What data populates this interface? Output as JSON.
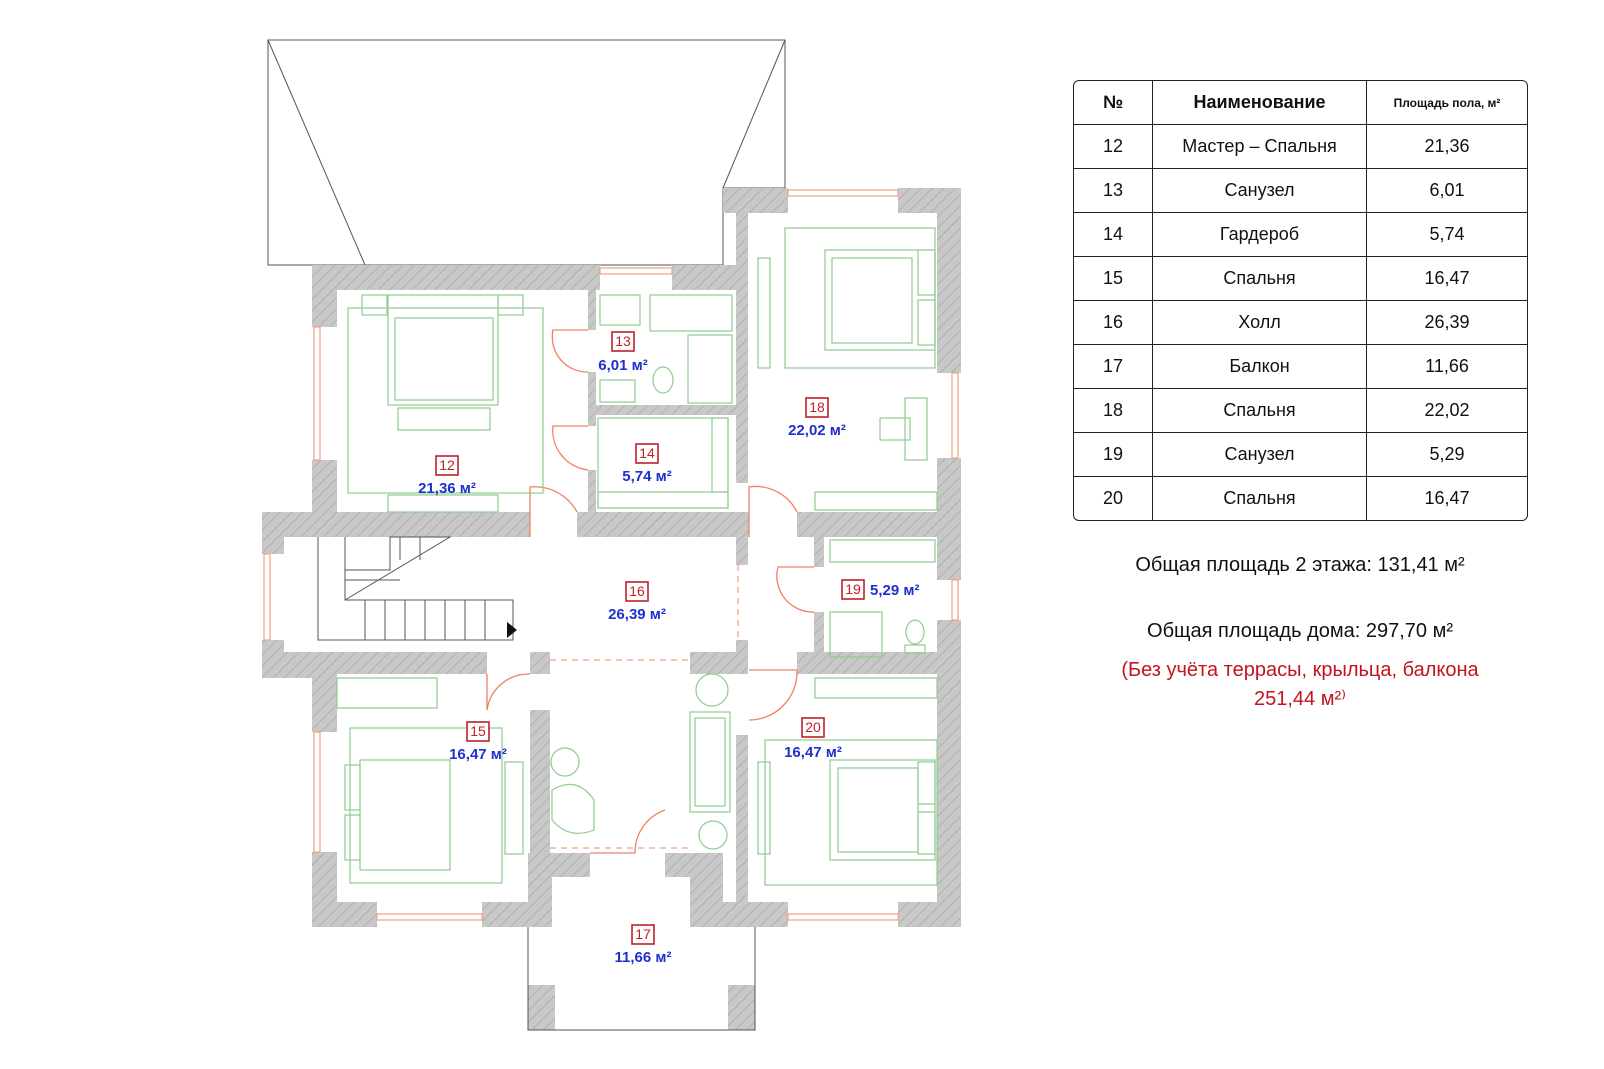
{
  "rooms": [
    {
      "num": "12",
      "area": "21,36 м²"
    },
    {
      "num": "13",
      "area": "6,01 м²"
    },
    {
      "num": "14",
      "area": "5,74 м²"
    },
    {
      "num": "15",
      "area": "16,47 м²"
    },
    {
      "num": "16",
      "area": "26,39 м²"
    },
    {
      "num": "17",
      "area": "11,66 м²"
    },
    {
      "num": "18",
      "area": "22,02 м²"
    },
    {
      "num": "19",
      "area": "5,29 м²"
    },
    {
      "num": "20",
      "area": "16,47 м²"
    }
  ],
  "table": {
    "headers": [
      "№",
      "Наименование",
      "Площадь пола, м²"
    ],
    "rows": [
      [
        "12",
        "Мастер – Спальня",
        "21,36"
      ],
      [
        "13",
        "Санузел",
        "6,01"
      ],
      [
        "14",
        "Гардероб",
        "5,74"
      ],
      [
        "15",
        "Спальня",
        "16,47"
      ],
      [
        "16",
        "Холл",
        "26,39"
      ],
      [
        "17",
        "Балкон",
        "11,66"
      ],
      [
        "18",
        "Спальня",
        "22,02"
      ],
      [
        "19",
        "Санузел",
        "5,29"
      ],
      [
        "20",
        "Спальня",
        "16,47"
      ]
    ]
  },
  "summary": {
    "floor_total": "Общая площадь 2 этажа: 131,41 м²",
    "house_total": "Общая площадь дома: 297,70 м²",
    "note_line1": "(Без учёта террасы, крыльца, балкона",
    "note_line2": "251,44 м²⁾"
  },
  "colors": {
    "wall": "#c8c8c8",
    "room_number": "#c0202a",
    "room_area": "#1f2fd0",
    "furniture": "#8fcc8f",
    "window_door": "#f08060",
    "note_red": "#c0141e"
  }
}
